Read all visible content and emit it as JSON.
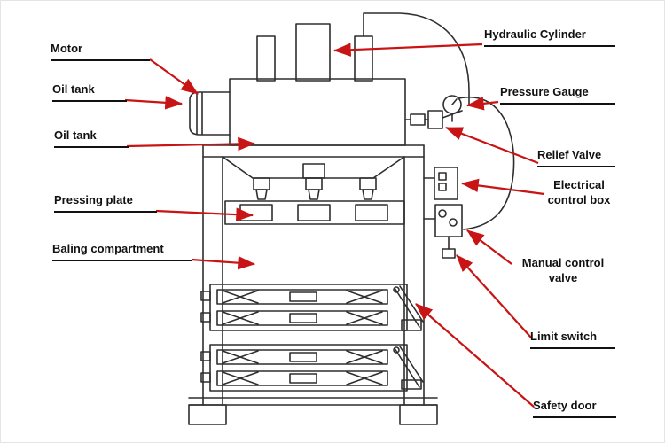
{
  "labels": {
    "motor": "Motor",
    "oil_tank_top": "Oil tank",
    "oil_tank_lower": "Oil tank",
    "pressing_plate": "Pressing plate",
    "baling_compartment": "Baling compartment",
    "hydraulic_cylinder": "Hydraulic Cylinder",
    "pressure_gauge": "Pressure Gauge",
    "relief_valve": "Relief Valve",
    "electrical_control_box": "Electrical control box",
    "manual_control_valve": "Manual control valve",
    "limit_switch": "Limit switch",
    "safety_door": "Safety door"
  },
  "colors": {
    "arrow": "#c81414",
    "line": "#2e2e2e",
    "label_text": "#111111",
    "background": "#ffffff"
  }
}
